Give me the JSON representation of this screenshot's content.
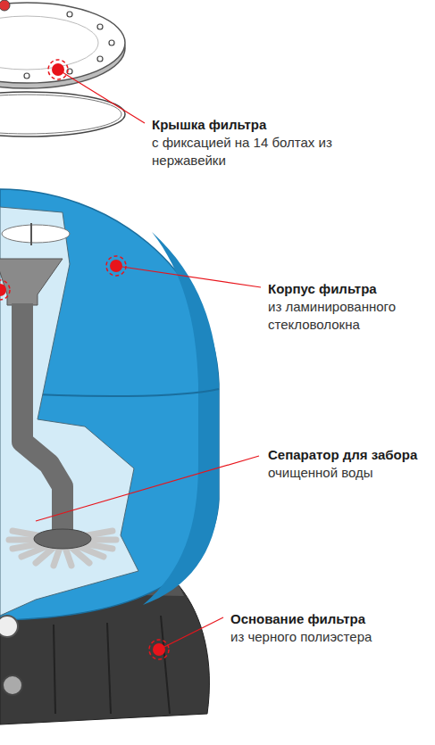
{
  "diagram": {
    "labels": [
      "Крышка фильтра",
      "с фиксацией на 14 болтах из нержавейки",
      "Корпус фильтра",
      "из ламинированного стекловолокна",
      "Сепаратор для забора",
      "очищенной воды",
      "Основание фильтра",
      "из черного полиэстера"
    ]
  }
}
